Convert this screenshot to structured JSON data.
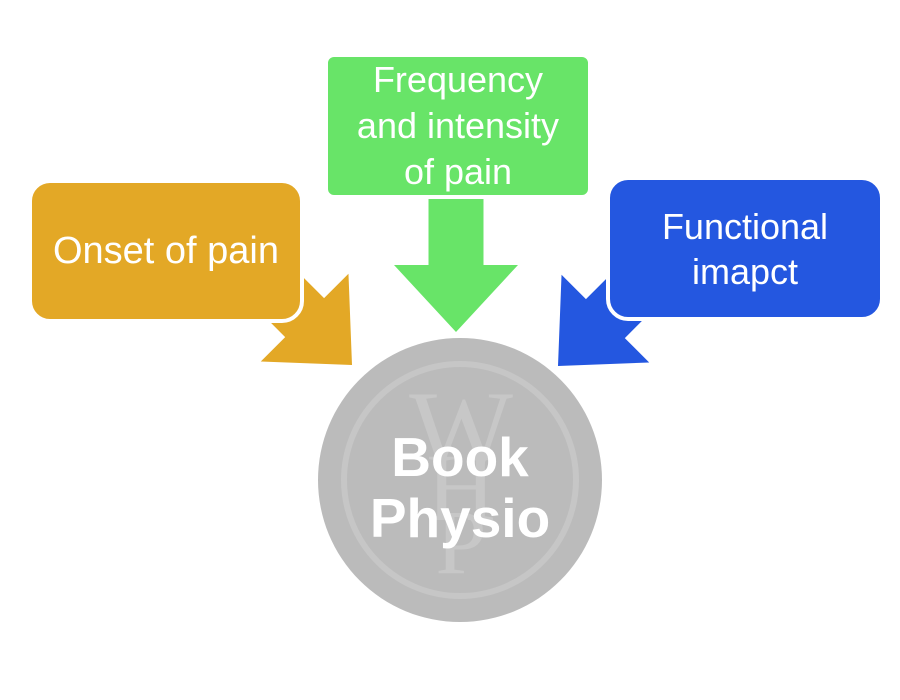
{
  "palette": {
    "orange": "#E3A826",
    "green": "#68E468",
    "blue": "#2457E0",
    "circle_gray": "#BBBBBB",
    "watermark_gray": "#C6C6C6",
    "label_text": "#FFFFFF"
  },
  "boxes": {
    "onset": {
      "label": "Onset of pain"
    },
    "frequency": {
      "label": "Frequency\nand intensity\nof pain"
    },
    "functional": {
      "label": "Functional\nimapct"
    }
  },
  "center": {
    "label": "Book\nPhysio"
  },
  "watermark": {
    "letters": [
      "W",
      "H",
      "P"
    ]
  }
}
